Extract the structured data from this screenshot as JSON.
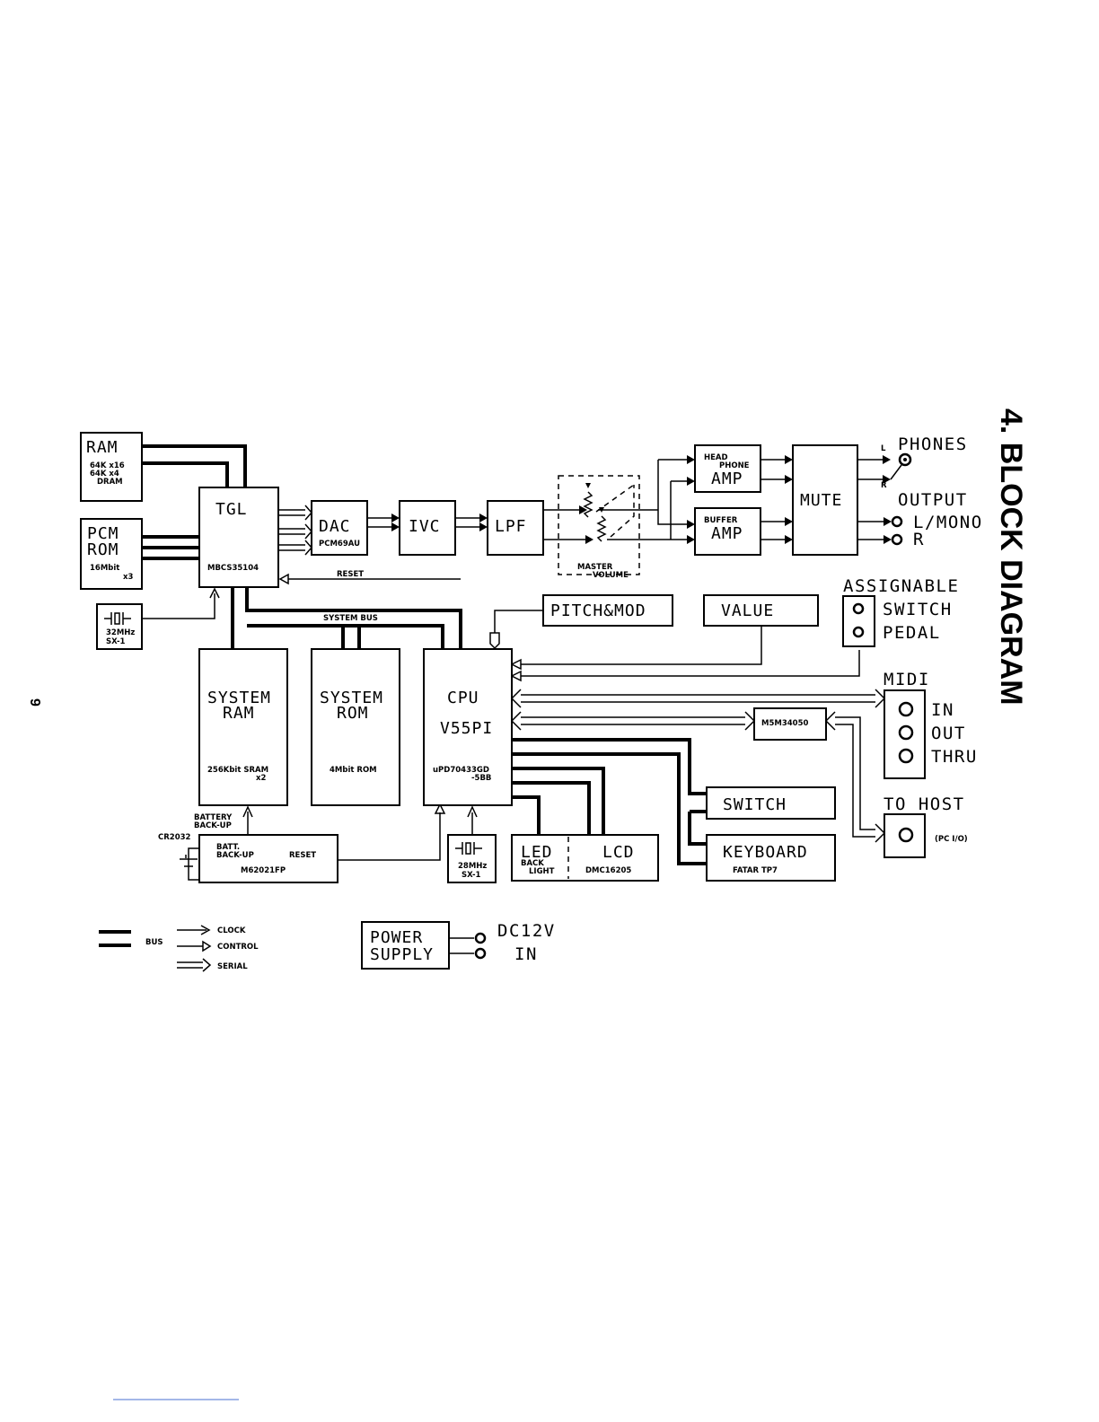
{
  "page": {
    "title": "4.  BLOCK DIAGRAM",
    "number": "9"
  },
  "blocks": {
    "ram": {
      "title": "RAM",
      "l1": "64K x16",
      "l2": "64K x4",
      "l3": "DRAM"
    },
    "pcm": {
      "t1": "PCM",
      "t2": "ROM",
      "l1": "16Mbit",
      "l2": "x3"
    },
    "xtal32": {
      "l1": "32MHz",
      "l2": "SX-1"
    },
    "tgl": {
      "title": "TGL",
      "part": "MBCS35104"
    },
    "dac": {
      "title": "DAC",
      "part": "PCM69AU"
    },
    "ivc": {
      "title": "IVC"
    },
    "lpf": {
      "title": "LPF"
    },
    "master": {
      "l1": "MASTER",
      "l2": "VOLUME"
    },
    "hp_amp": {
      "l1": "HEAD",
      "l2": "PHONE",
      "title": "AMP"
    },
    "buf_amp": {
      "l1": "BUFFER",
      "title": "AMP"
    },
    "mute": {
      "title": "MUTE"
    },
    "pitch": {
      "title": "PITCH&MOD"
    },
    "value": {
      "title": "VALUE"
    },
    "sysram": {
      "t1": "SYSTEM",
      "t2": "RAM",
      "l1": "256Kbit SRAM",
      "l2": "x2"
    },
    "sysrom": {
      "t1": "SYSTEM",
      "t2": "ROM",
      "l1": "4Mbit ROM"
    },
    "cpu": {
      "t1": "CPU",
      "t2": "V55PI",
      "l1": "uPD70433GD",
      "l2": "-5BB"
    },
    "m5m": {
      "title": "M5M34050"
    },
    "switch": {
      "title": "SWITCH"
    },
    "keyboard": {
      "title": "KEYBOARD",
      "part": "FATAR TP7"
    },
    "led": {
      "title": "LED",
      "l1": "BACK",
      "l2": "LIGHT"
    },
    "lcd": {
      "title": "LCD",
      "part": "DMC16205"
    },
    "xtal28": {
      "l1": "28MHz",
      "l2": "SX-1"
    },
    "batt": {
      "l1": "BATT.",
      "l2": "BACK-UP",
      "reset": "RESET",
      "part": "M62021FP"
    },
    "power": {
      "l1": "POWER",
      "l2": "SUPPLY"
    }
  },
  "labels": {
    "reset": "RESET",
    "system_bus": "SYSTEM BUS",
    "battery1": "BATTERY",
    "battery2": "BACK-UP",
    "cr2032": "CR2032",
    "phones": "PHONES",
    "phones_l": "L",
    "phones_r": "R",
    "output": "OUTPUT",
    "out_l": "L/MONO",
    "out_r": "R",
    "assignable": "ASSIGNABLE",
    "switch_in": "SWITCH",
    "pedal": "PEDAL",
    "midi": "MIDI",
    "midi_in": "IN",
    "midi_out": "OUT",
    "midi_thru": "THRU",
    "to_host": "TO HOST",
    "pc_io": "(PC I/O)",
    "dc1": "DC12V",
    "dc2": "IN"
  },
  "legend": {
    "bus": "BUS",
    "clock": "CLOCK",
    "control": "CONTROL",
    "serial": "SERIAL"
  }
}
